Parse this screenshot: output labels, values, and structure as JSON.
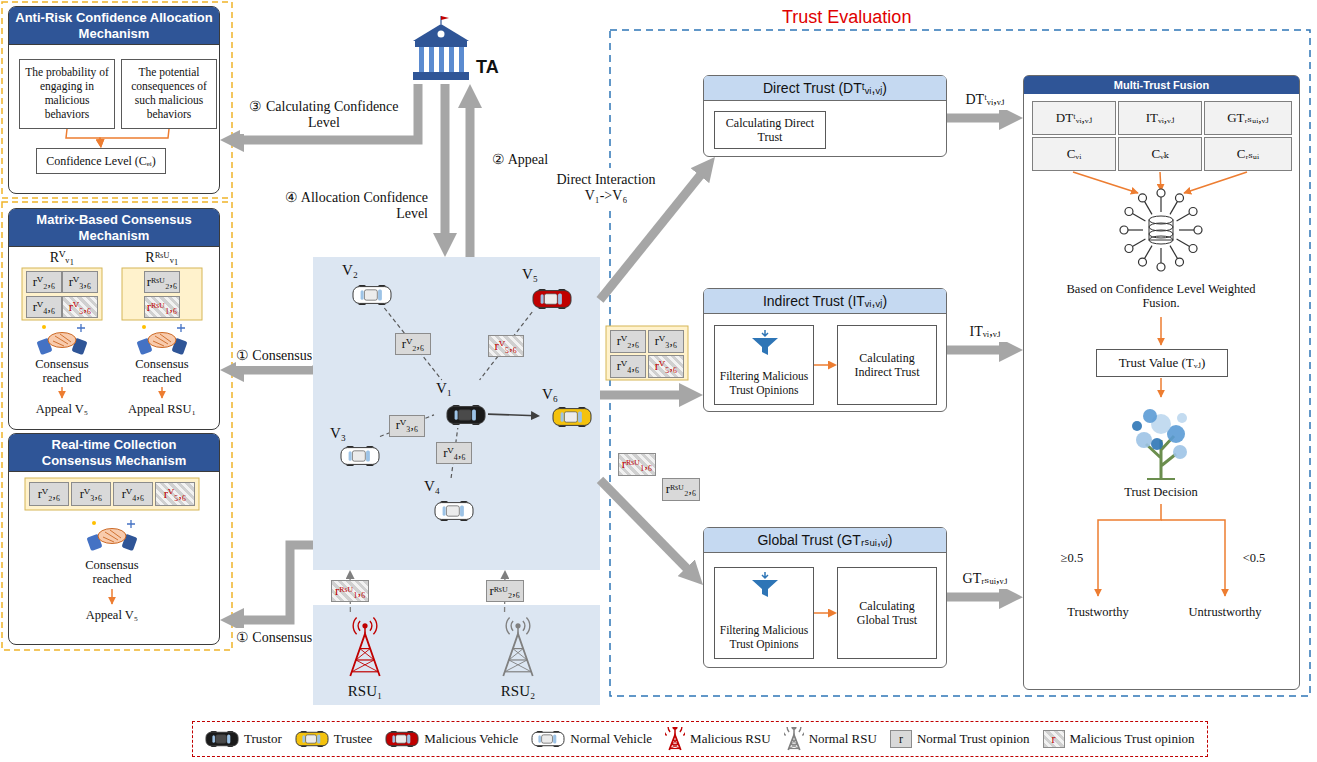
{
  "diagram": {
    "nodes": [
      {
        "text": [
          "TA"
        ]
      },
      {
        "text": [
          "Anti-Risk Confidence Allocation Mechanism"
        ]
      },
      {
        "text": [
          "The probability of engaging in malicious behaviors"
        ],
        "in": 1
      },
      {
        "text": [
          "The potential consequences of such malicious behaviors"
        ],
        "in": 1
      },
      {
        "text": [
          "Confidence Level (Cₑᵢ)"
        ],
        "in": 1
      },
      {
        "text": [
          "Matrix-Based Consensus Mechanism"
        ]
      },
      {
        "text": [
          "Real-time Collection Consensus Mechanism"
        ]
      },
      {
        "text": []
      },
      {
        "text": [
          "V₂"
        ],
        "in": 7
      },
      {
        "text": [
          "V₅"
        ],
        "in": 7
      },
      {
        "text": [
          "V₃"
        ],
        "in": 7
      },
      {
        "text": [
          "V₁"
        ],
        "in": 7
      },
      {
        "text": [
          "V₆"
        ],
        "in": 7
      },
      {
        "text": [
          "V₄"
        ],
        "in": 7
      },
      {
        "text": []
      },
      {
        "text": [
          "RSU₁"
        ],
        "in": 14
      },
      {
        "text": [
          "RSU₂"
        ],
        "in": 14
      },
      {
        "text": [
          "Trust Evaluation"
        ]
      },
      {
        "text": [
          "Direct Trust (DTᵗᵥᵢ,ᵥⱼ)"
        ],
        "in": 17
      },
      {
        "text": [
          "Calculating Direct Trust"
        ],
        "in": 18
      },
      {
        "text": [
          "Indirect Trust (ITᵥᵢ,ᵥⱼ)"
        ],
        "in": 17
      },
      {
        "text": [
          "Filtering Malicious Trust Opinions"
        ],
        "in": 20
      },
      {
        "text": [
          "Calculating Indirect Trust"
        ],
        "in": 20
      },
      {
        "text": [
          "Global Trust (GTᵣₛᵤᵢ,ᵥⱼ)"
        ],
        "in": 17
      },
      {
        "text": [
          "Filtering Malicious Trust Opinions"
        ],
        "in": 23
      },
      {
        "text": [
          "Calculating Global Trust"
        ],
        "in": 23
      },
      {
        "text": [
          "Multi-Trust Fusion"
        ],
        "in": 17
      },
      {
        "text": [
          "DTᵗᵥᵢ,ᵥⱼ"
        ],
        "in": 26
      },
      {
        "text": [
          "ITᵥᵢ,ᵥⱼ"
        ],
        "in": 26
      },
      {
        "text": [
          "GTᵣₛᵤᵢ,ᵥⱼ"
        ],
        "in": 26
      },
      {
        "text": [
          "Cᵥᵢ"
        ],
        "in": 26
      },
      {
        "text": [
          "Cᵥₖ"
        ],
        "in": 26
      },
      {
        "text": [
          "Cᵣₛᵤᵢ"
        ],
        "in": 26
      },
      {
        "text": [
          "Trust Value (Tᵥⱼ)"
        ],
        "in": 26
      }
    ],
    "edges": [
      {
        "from": 0,
        "to": 1,
        "arrow": "to",
        "label": "③ Calculating Confidence Level"
      },
      {
        "from": 7,
        "to": 0,
        "arrow": "to",
        "label": "② Appeal"
      },
      {
        "from": 0,
        "to": 7,
        "arrow": "to",
        "label": "④ Allocation Confidence Level"
      },
      {
        "from": 7,
        "to": 5,
        "arrow": "to",
        "label": "① Consensus"
      },
      {
        "from": 7,
        "to": 6,
        "arrow": "to",
        "label": "① Consensus"
      },
      {
        "from": 2,
        "to": 4,
        "arrow": "to"
      },
      {
        "from": 3,
        "to": 4,
        "arrow": "to"
      },
      {
        "from": 8,
        "to": 11,
        "arrow": "none",
        "label": "rⱽ₂,₆"
      },
      {
        "from": 10,
        "to": 11,
        "arrow": "none",
        "label": "rⱽ₃,₆"
      },
      {
        "from": 13,
        "to": 11,
        "arrow": "none",
        "label": "rⱽ₄,₆"
      },
      {
        "from": 9,
        "to": 11,
        "arrow": "none",
        "label": "rⱽ₅,₆"
      },
      {
        "from": 11,
        "to": 12,
        "arrow": "to"
      },
      {
        "from": 15,
        "to": 7,
        "arrow": "to",
        "label": "rᴿˢᵁ₁,₆"
      },
      {
        "from": 16,
        "to": 7,
        "arrow": "to",
        "label": "rᴿˢᵁ₂,₆"
      },
      {
        "from": 7,
        "to": 18,
        "arrow": "to",
        "label": "Direct Interaction V₁->V₆"
      },
      {
        "from": 7,
        "to": 20,
        "arrow": "to"
      },
      {
        "from": 7,
        "to": 23,
        "arrow": "to"
      },
      {
        "from": 21,
        "to": 22,
        "arrow": "to"
      },
      {
        "from": 24,
        "to": 25,
        "arrow": "to"
      },
      {
        "from": 18,
        "to": 26,
        "arrow": "to",
        "label": "DTᵗᵥᵢ,ᵥⱼ"
      },
      {
        "from": 20,
        "to": 26,
        "arrow": "to",
        "label": "ITᵥᵢ,ᵥⱼ"
      },
      {
        "from": 23,
        "to": 26,
        "arrow": "to",
        "label": "GTᵣₛᵤᵢ,ᵥⱼ"
      }
    ],
    "labels": [
      "Rⱽᵥ₁",
      "Rᴿˢᵁᵥ₁",
      "rⱽ₂,₆",
      "rⱽ₃,₆",
      "rⱽ₄,₆",
      "rⱽ₅,₆",
      "rᴿˢᵁ₂,₆",
      "rᴿˢᵁ₁,₆",
      "Consensus reached",
      "Consensus reached",
      "Appeal V₅",
      "Appeal RSU₁",
      "rⱽ₂,₆",
      "rⱽ₃,₆",
      "rⱽ₄,₆",
      "rⱽ₅,₆",
      "Consensus reached",
      "Appeal V₅",
      "rⱽ₂,₆",
      "rⱽ₃,₆",
      "rⱽ₄,₆",
      "rⱽ₅,₆",
      "rᴿˢᵁ₁,₆",
      "rᴿˢᵁ₂,₆",
      "Based on Confidence Level Weighted Fusion.",
      "Trust Decision",
      "≥0.5",
      "<0.5",
      "Trustworthy",
      "Untrustworthy",
      "r",
      "r"
    ],
    "legend": [
      {
        "text": "Trustor"
      },
      {
        "text": "Trustee"
      },
      {
        "text": "Malicious Vehicle"
      },
      {
        "text": "Normal Vehicle"
      },
      {
        "text": "Malicious RSU"
      },
      {
        "text": "Normal RSU"
      },
      {
        "text": "Normal Trust opinion",
        "color": "#d9d9d9"
      },
      {
        "text": "Malicious Trust opinion"
      }
    ]
  }
}
